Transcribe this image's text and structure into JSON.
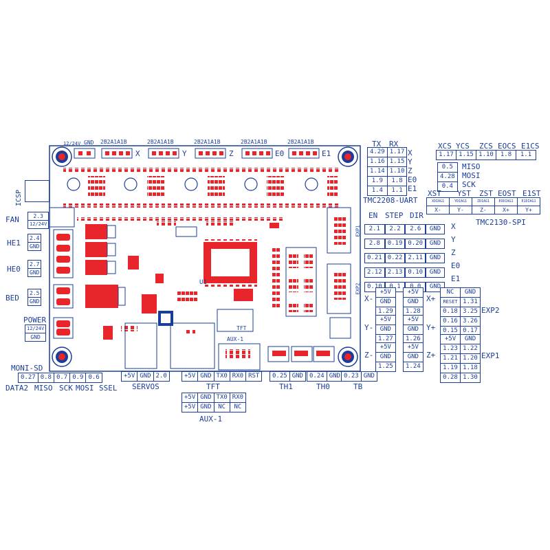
{
  "colors": {
    "outline": "#1a3d9a",
    "pad": "#e8252a",
    "board": "#ffffff"
  },
  "driver_pins": "2B2A1A1B",
  "drivers": [
    "X",
    "Y",
    "Z",
    "E0",
    "E1"
  ],
  "board_labels": {
    "fan_power": "12/24V",
    "fan_gnd": "GND",
    "tft": "TFT",
    "aux1": "AUX-1",
    "u1": "U1",
    "exp1": "EXP1",
    "exp2": "EXP2"
  },
  "icsp": "ICSP",
  "left_ports": [
    {
      "name": "FAN",
      "pin": "2.3",
      "voltage": "12/24V"
    },
    {
      "name": "HE1",
      "pin": "2.4",
      "voltage": "GND"
    },
    {
      "name": "HE0",
      "pin": "2.7",
      "voltage": "GND"
    },
    {
      "name": "BED",
      "pin": "2.5",
      "voltage": "GND"
    }
  ],
  "power": {
    "label": "POWER",
    "voltage": "12/24V",
    "gnd": "GND"
  },
  "moni_sd": {
    "title": "MONI-SD",
    "pins": [
      "0.27",
      "0.8",
      "0.7",
      "0.9",
      "0.6"
    ],
    "labels": [
      "DATA2",
      "MISO",
      "SCK",
      "MOSI",
      "SSEL"
    ]
  },
  "servos": {
    "title": "SERVOS",
    "cells": [
      "+5V",
      "GND",
      "2.0"
    ]
  },
  "tft": {
    "title": "TFT",
    "cells": [
      "+5V",
      "GND",
      "TX0",
      "RX0",
      "RST"
    ]
  },
  "thermistors": [
    {
      "name": "TH1",
      "pin": "0.25",
      "gnd": "GND"
    },
    {
      "name": "TH0",
      "pin": "0.24",
      "gnd": "GND"
    },
    {
      "name": "TB",
      "pin": "0.23",
      "gnd": "GND"
    }
  ],
  "aux1": {
    "title": "AUX-1",
    "rows": [
      [
        "+5V",
        "GND",
        "TX0",
        "RX0"
      ],
      [
        "+5V",
        "GND",
        "NC",
        "NC"
      ]
    ]
  },
  "uart": {
    "title": "TMC2208-UART",
    "headers": [
      "TX",
      "RX"
    ],
    "rows": [
      {
        "tx": "4.29",
        "rx": "1.17",
        "axis": "X"
      },
      {
        "tx": "1.16",
        "rx": "1.15",
        "axis": "Y"
      },
      {
        "tx": "1.14",
        "rx": "1.10",
        "axis": "Z"
      },
      {
        "tx": "1.9",
        "rx": "1.8",
        "axis": "E0"
      },
      {
        "tx": "1.4",
        "rx": "1.1",
        "axis": "E1"
      }
    ]
  },
  "spi": {
    "title": "TMC2130-SPI",
    "cs_headers": [
      "XCS",
      "YCS",
      "ZCS",
      "EOCS",
      "E1CS"
    ],
    "cs_values": [
      "1.17",
      "1.15",
      "1.10",
      "1.8",
      "1.1"
    ],
    "bus": [
      {
        "pin": "0.5",
        "name": "MISO"
      },
      {
        "pin": "4.28",
        "name": "MOSI"
      },
      {
        "pin": "0.4",
        "name": "SCK"
      }
    ],
    "st_headers": [
      "XST",
      "YST",
      "ZST",
      "EOST",
      "E1ST"
    ],
    "diag": [
      "XDIAG1",
      "YDIAG1",
      "ZDIAG1",
      "EODIAG1",
      "E1DIAG1"
    ],
    "axes": [
      "X-",
      "Y-",
      "Z-",
      "X+",
      "Y+"
    ]
  },
  "steppers": {
    "headers": [
      "EN",
      "STEP",
      "DIR"
    ],
    "rows": [
      {
        "en": "2.1",
        "step": "2.2",
        "dir": "2.6",
        "gnd": "GND",
        "axis": "X"
      },
      {
        "en": "2.8",
        "step": "0.19",
        "dir": "0.20",
        "gnd": "GND",
        "axis": "Y"
      },
      {
        "en": "0.21",
        "step": "0.22",
        "dir": "2.11",
        "gnd": "GND",
        "axis": "Z"
      },
      {
        "en": "2.12",
        "step": "2.13",
        "dir": "0.10",
        "gnd": "GND",
        "axis": "E0"
      },
      {
        "en": "0.10",
        "step": "0.1",
        "dir": "0.0",
        "gnd": "GND",
        "axis": "E1"
      }
    ]
  },
  "endstops": [
    {
      "minus": "X-",
      "plus": "X+",
      "left": [
        "+5V",
        "GND",
        "1.29"
      ],
      "right": [
        "+5V",
        "GND",
        "1.28"
      ]
    },
    {
      "minus": "Y-",
      "plus": "Y+",
      "left": [
        "+5V",
        "GND",
        "1.27"
      ],
      "right": [
        "+5V",
        "GND",
        "1.26"
      ]
    },
    {
      "minus": "Z-",
      "plus": "Z+",
      "left": [
        "+5V",
        "GND",
        "1.25"
      ],
      "right": [
        "+5V",
        "GND",
        "1.24"
      ]
    }
  ],
  "exp2": {
    "title": "EXP2",
    "rows": [
      [
        "NC",
        "GND"
      ],
      [
        "RESET",
        "1.31"
      ],
      [
        "0.18",
        "3.25"
      ],
      [
        "0.16",
        "3.26"
      ],
      [
        "0.15",
        "0.17"
      ]
    ]
  },
  "exp1": {
    "title": "EXP1",
    "rows": [
      [
        "+5V",
        "GND"
      ],
      [
        "1.23",
        "1.22"
      ],
      [
        "1.21",
        "1.20"
      ],
      [
        "1.19",
        "1.18"
      ],
      [
        "0.28",
        "1.30"
      ]
    ]
  }
}
